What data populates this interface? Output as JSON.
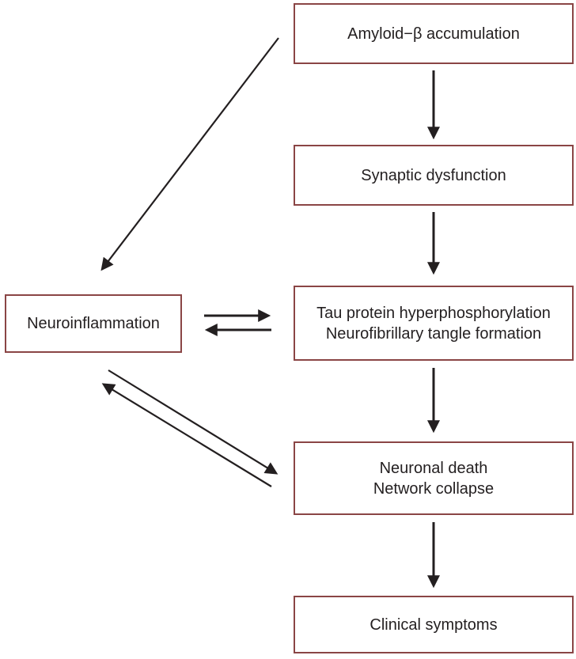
{
  "figure": {
    "type": "flowchart",
    "background_color": "#ffffff",
    "box_border_color": "#8a4545",
    "text_color": "#231f20",
    "arrow_color": "#231f20"
  },
  "nodes": {
    "amyloid": {
      "label": "Amyloid−β accumulation"
    },
    "synaptic": {
      "label": "Synaptic dysfunction"
    },
    "tau": {
      "line1": "Tau protein hyperphosphorylation",
      "line2": "Neurofibrillary tangle formation"
    },
    "neuronal": {
      "line1": "Neuronal death",
      "line2": "Network collapse"
    },
    "clinical": {
      "label": "Clinical symptoms"
    },
    "neuroinflammation": {
      "label": "Neuroinflammation"
    }
  },
  "edges": [
    {
      "from": "Amyloid−β accumulation",
      "to": "Synaptic dysfunction",
      "direction": "one-way",
      "shape": "vertical"
    },
    {
      "from": "Synaptic dysfunction",
      "to": "Tau protein hyperphosphorylation / Neurofibrillary tangle formation",
      "direction": "one-way",
      "shape": "vertical"
    },
    {
      "from": "Tau protein hyperphosphorylation / Neurofibrillary tangle formation",
      "to": "Neuronal death / Network collapse",
      "direction": "one-way",
      "shape": "vertical"
    },
    {
      "from": "Neuronal death / Network collapse",
      "to": "Clinical symptoms",
      "direction": "one-way",
      "shape": "vertical"
    },
    {
      "from": "Amyloid−β accumulation",
      "to": "Neuroinflammation",
      "direction": "one-way",
      "shape": "diagonal"
    },
    {
      "from": "Neuroinflammation",
      "to": "Tau protein hyperphosphorylation / Neurofibrillary tangle formation",
      "direction": "two-way",
      "shape": "horizontal-pair"
    },
    {
      "from": "Neuroinflammation",
      "to": "Neuronal death / Network collapse",
      "direction": "two-way",
      "shape": "diagonal-pair"
    }
  ]
}
